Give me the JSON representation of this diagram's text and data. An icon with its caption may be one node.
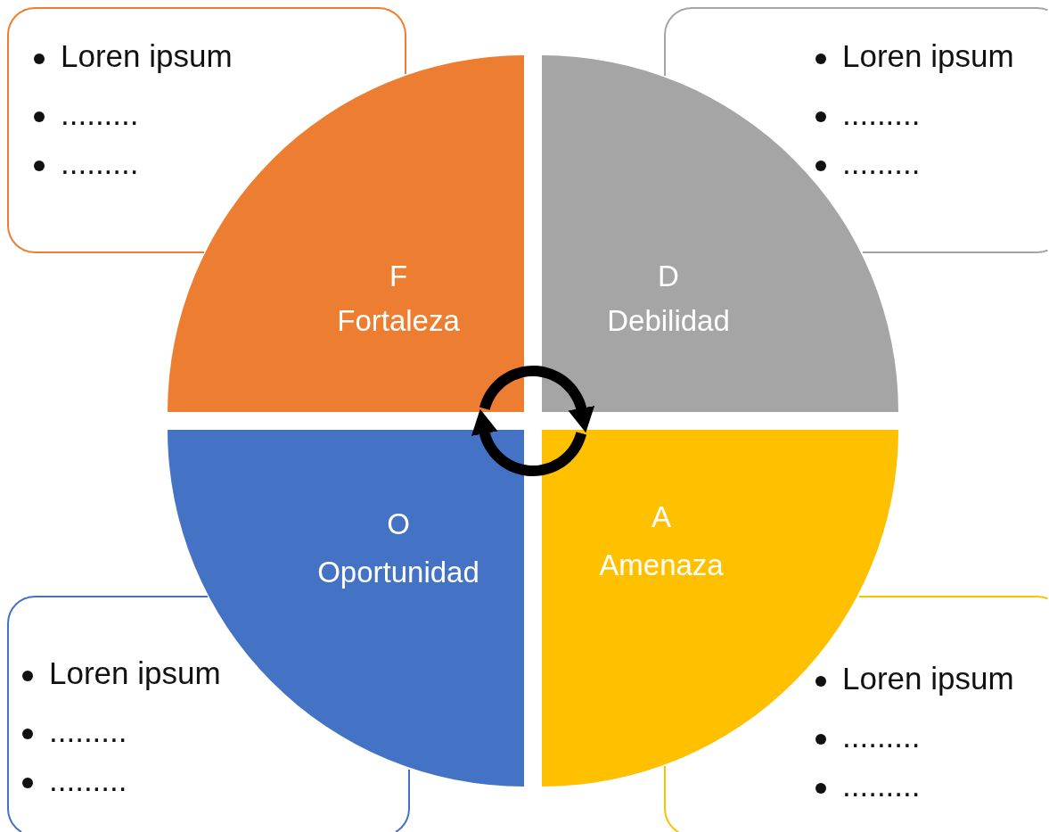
{
  "diagram": {
    "nodes": [
      {
        "text": [
          "Loren ipsum",
          ".........",
          "........."
        ]
      },
      {
        "text": [
          "Loren ipsum",
          ".........",
          "........."
        ]
      },
      {
        "text": [
          "F",
          "Fortaleza"
        ]
      },
      {
        "text": [
          "D",
          "Debilidad"
        ]
      },
      {
        "text": [
          "O",
          "Oportunidad"
        ]
      },
      {
        "text": [
          "A",
          "Amenaza"
        ]
      },
      {
        "text": [
          "Loren ipsum",
          ".........",
          "........."
        ]
      },
      {
        "text": [
          "Loren ipsum",
          ".........",
          "........."
        ]
      }
    ],
    "edges": [
      {
        "from": 2,
        "to": 3,
        "arrow": "to"
      },
      {
        "from": 5,
        "to": 4,
        "arrow": "to"
      }
    ]
  }
}
